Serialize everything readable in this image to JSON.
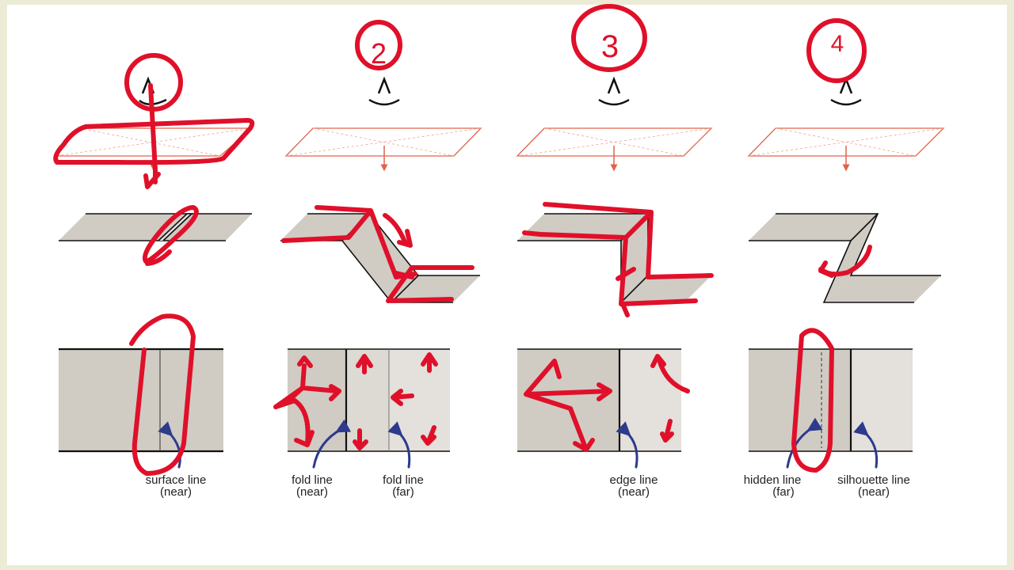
{
  "labels": {
    "surface": [
      "surface line",
      "(near)"
    ],
    "fold_near": [
      "fold line",
      "(near)"
    ],
    "fold_far": [
      "fold line",
      "(far)"
    ],
    "edge": [
      "edge line",
      "(near)"
    ],
    "hidden": [
      "hidden line",
      "(far)"
    ],
    "silhouette": [
      "silhouette line",
      "(near)"
    ]
  },
  "colors": {
    "annotation_red": "#e0102a",
    "pointer_blue": "#2e3a8c",
    "paper_grey": "#d0ccc4",
    "paper_light": "#e4e0dc",
    "plane_orange": "#e0634b"
  }
}
